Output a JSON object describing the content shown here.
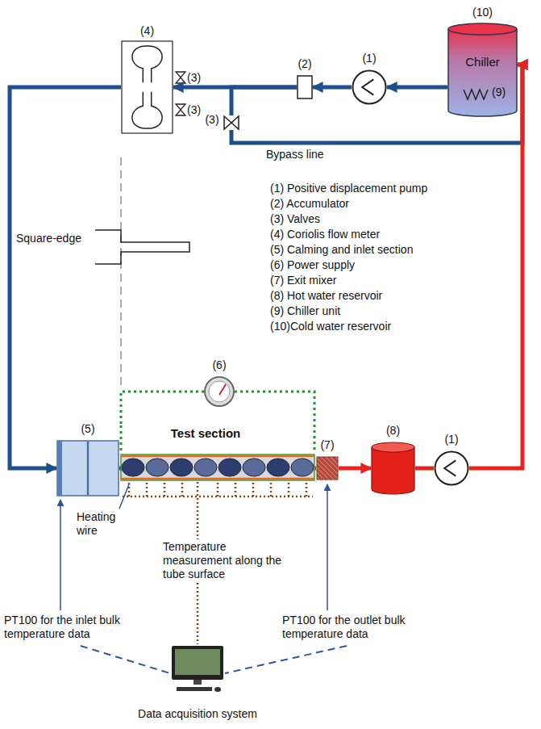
{
  "diagram": {
    "nodes": [
      {
        "text": [
          "(10)",
          "Chiller"
        ]
      },
      {
        "text": [
          "(1)"
        ]
      },
      {
        "text": [
          "(2)"
        ]
      },
      {
        "text": [
          "(4)"
        ]
      },
      {
        "text": [
          "(3)"
        ]
      },
      {
        "text": [
          "(5)"
        ]
      },
      {
        "text": [
          "Test section"
        ]
      },
      {
        "text": [
          "(7)"
        ]
      },
      {
        "text": [
          "(8)"
        ]
      },
      {
        "text": [
          "(1)"
        ]
      },
      {
        "text": [
          "(6)"
        ]
      },
      {
        "text": [
          "Data acquisition system"
        ]
      }
    ],
    "edges": [
      {
        "from": 0,
        "to": 1,
        "arrow": "to"
      },
      {
        "from": 1,
        "to": 2,
        "arrow": "to"
      },
      {
        "from": 2,
        "to": 3,
        "arrow": "to"
      },
      {
        "from": 2,
        "to": 4,
        "arrow": "none"
      },
      {
        "from": 4,
        "to": 0,
        "arrow": "to"
      },
      {
        "from": 3,
        "to": 5,
        "arrow": "to"
      },
      {
        "from": 5,
        "to": 6,
        "arrow": "none"
      },
      {
        "from": 6,
        "to": 7,
        "arrow": "none"
      },
      {
        "from": 7,
        "to": 8,
        "arrow": "to"
      },
      {
        "from": 8,
        "to": 9,
        "arrow": "none"
      },
      {
        "from": 9,
        "to": 0,
        "arrow": "to"
      },
      {
        "from": 10,
        "to": 6,
        "arrow": "none"
      },
      {
        "from": 6,
        "to": 11,
        "arrow": "none"
      }
    ],
    "labels": [
      "(3)",
      "(3)",
      "(9)",
      "Bypass line",
      "(1) Positive displacement pump",
      "(2) Accumulator",
      "(3) Valves",
      "(4) Coriolis flow meter",
      "(5) Calming and inlet section",
      "(6) Power supply",
      "(7) Exit mixer",
      "(8) Hot water reservoir",
      "(9) Chiller unit",
      "(10)Cold water reservoir",
      "Square-edge",
      "Heating wire",
      "Temperature measurement along the tube surface",
      "PT100 for the inlet bulk temperature data",
      "PT100 for the outlet bulk temperature data"
    ]
  }
}
